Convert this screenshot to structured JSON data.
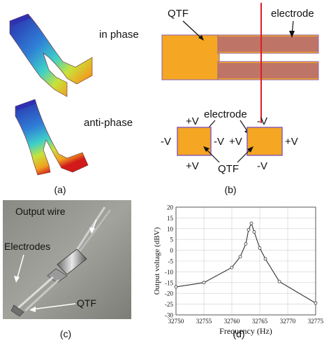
{
  "panel_a": {
    "label": "(a)",
    "mode_in_phase": "in phase",
    "mode_anti_phase": "anti-phase"
  },
  "panel_b": {
    "label": "(b)",
    "qtf_label": "QTF",
    "electrode_label_top": "electrode",
    "electrode_label_bottom": "electrode",
    "qtf_label_bottom": "QTF",
    "left_top": "+V",
    "left_left": "-V",
    "left_right": "-V",
    "left_bottom": "+V",
    "right_top": "-V",
    "right_left": "+V",
    "right_right": "+V",
    "right_bottom": "-V",
    "colors": {
      "qtf": "#f5a623",
      "electrode": "#b86f6f",
      "line": "#e01b24"
    }
  },
  "panel_c": {
    "label": "(c)",
    "output_wire": "Output wire",
    "electrodes": "Electrodes",
    "qtf": "QTF"
  },
  "panel_d": {
    "label": "(d)"
  },
  "chart_data": {
    "type": "line",
    "xlabel": "Frequency (Hz)",
    "ylabel": "Output voltage (dBV)",
    "xlim": [
      32750,
      32775
    ],
    "ylim": [
      -30,
      20
    ],
    "xticks": [
      32750,
      32755,
      32760,
      32765,
      32770,
      32775
    ],
    "yticks": [
      20,
      15,
      10,
      5,
      0,
      -5,
      -10,
      -15,
      -20,
      -25,
      -30
    ],
    "grid": true,
    "series": [
      {
        "x": [
          32750,
          32755,
          32760,
          32761.5,
          32762.5,
          32763,
          32763.5,
          32764,
          32765,
          32766,
          32768.5,
          32775
        ],
        "y": [
          -17,
          -15,
          -8,
          -3,
          3,
          9.5,
          12.5,
          8.5,
          1,
          -4,
          -14.5,
          -24.5
        ]
      }
    ]
  }
}
